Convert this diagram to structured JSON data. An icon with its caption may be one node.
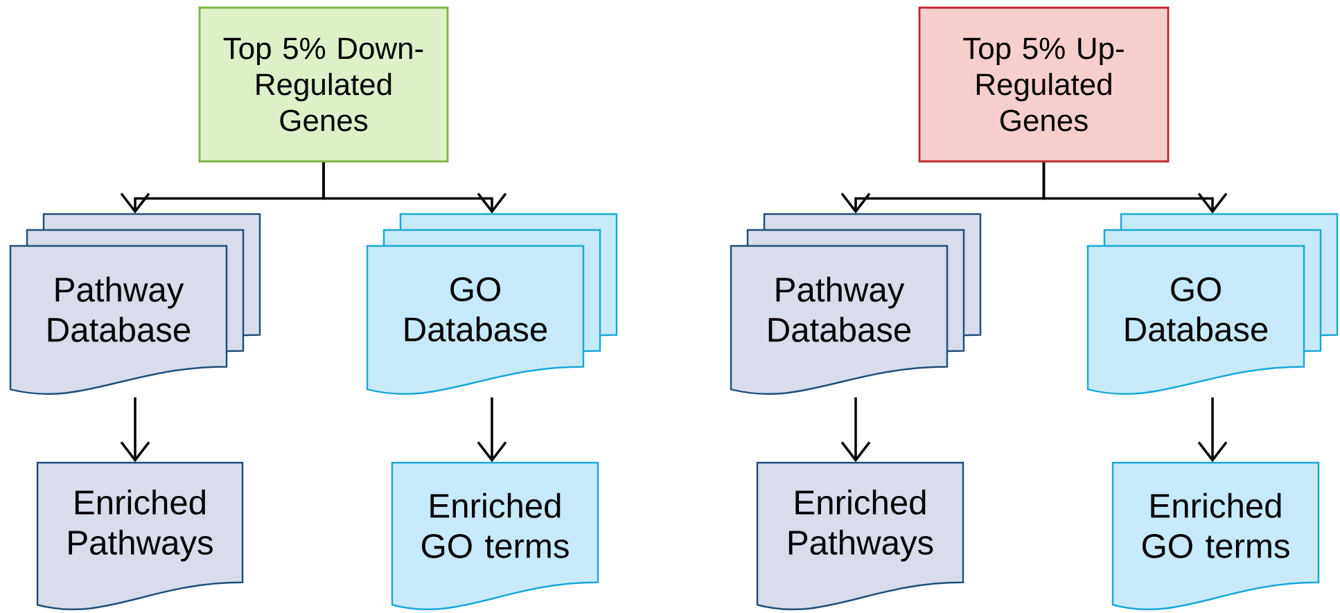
{
  "diagram": {
    "nodes": [
      {
        "text": [
          "Top 5% Down-Regulated Genes"
        ]
      },
      {
        "text": [
          "Pathway Database"
        ]
      },
      {
        "text": [
          "GO Database"
        ]
      },
      {
        "text": [
          "Enriched Pathways"
        ]
      },
      {
        "text": [
          "Enriched GO terms"
        ]
      },
      {
        "text": [
          "Top 5% Up-Regulated Genes"
        ]
      },
      {
        "text": [
          "Pathway Database"
        ]
      },
      {
        "text": [
          "GO Database"
        ]
      },
      {
        "text": [
          "Enriched Pathways"
        ]
      },
      {
        "text": [
          "Enriched GO terms"
        ]
      }
    ],
    "edges": [
      {
        "from": 0,
        "to": 1,
        "arrow": "to"
      },
      {
        "from": 0,
        "to": 2,
        "arrow": "to"
      },
      {
        "from": 1,
        "to": 3,
        "arrow": "to"
      },
      {
        "from": 2,
        "to": 4,
        "arrow": "to"
      },
      {
        "from": 5,
        "to": 6,
        "arrow": "to"
      },
      {
        "from": 5,
        "to": 7,
        "arrow": "to"
      },
      {
        "from": 6,
        "to": 8,
        "arrow": "to"
      },
      {
        "from": 7,
        "to": 9,
        "arrow": "to"
      }
    ]
  }
}
